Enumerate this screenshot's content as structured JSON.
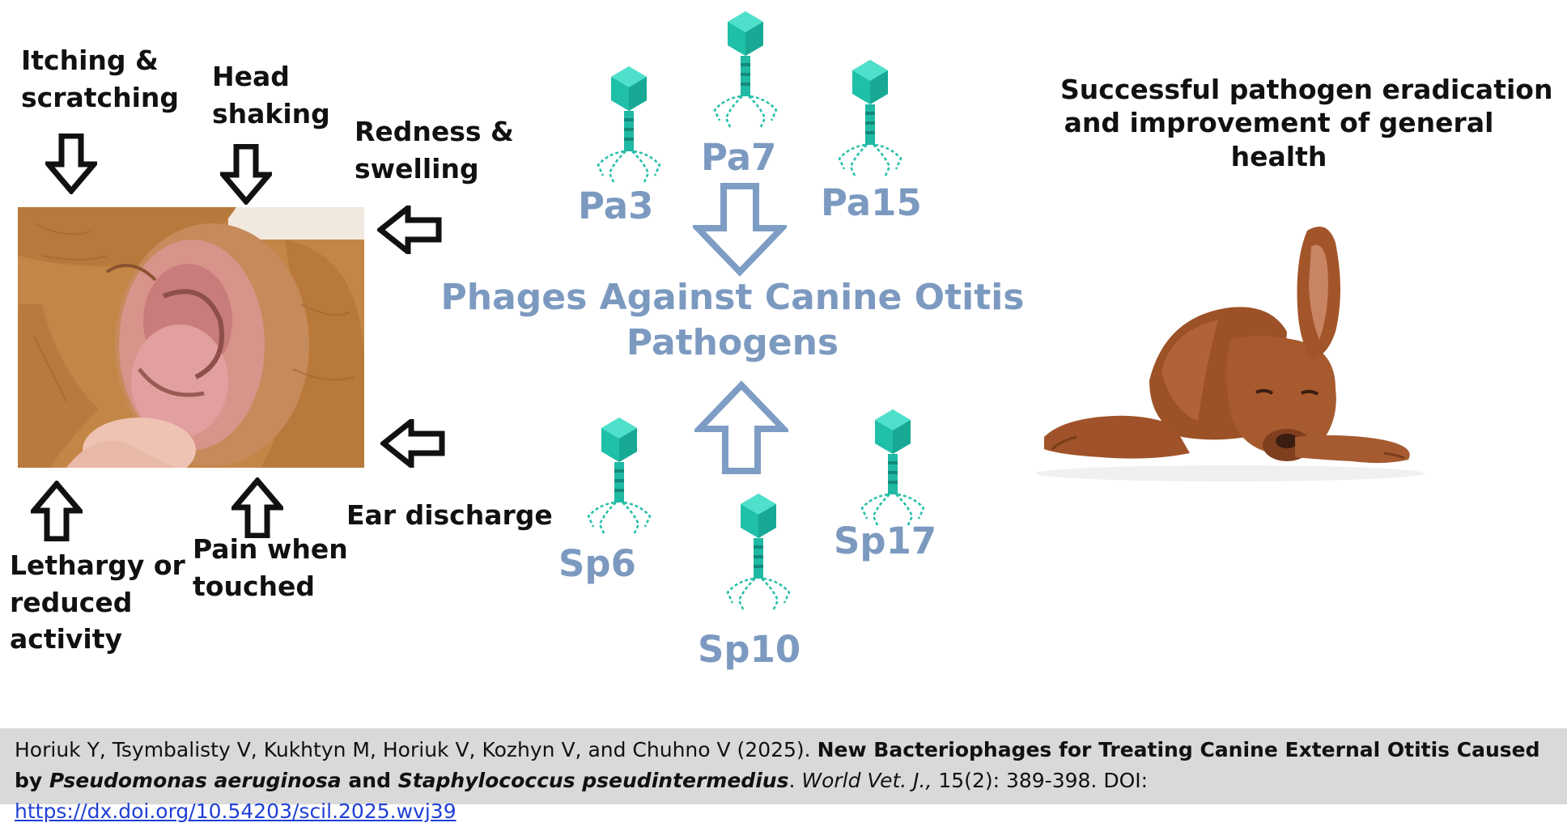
{
  "symptoms": {
    "itching": "Itching &\nscratching",
    "head_shaking": "Head\nshaking",
    "redness": "Redness &\nswelling",
    "ear_discharge": "Ear discharge",
    "lethargy": "Lethargy or\nreduced\nactivity",
    "pain": "Pain when\ntouched"
  },
  "phages": {
    "pa3": "Pa3",
    "pa7": "Pa7",
    "pa15": "Pa15",
    "sp6": "Sp6",
    "sp10": "Sp10",
    "sp17": "Sp17"
  },
  "center_title": "Phages Against Canine Otitis\nPathogens",
  "result": "Successful pathogen eradication\nand improvement of general\nhealth",
  "citation": {
    "authors": "Horiuk Y, Tsymbalisty V, Kukhtyn M, Horiuk V, Kozhyn V, and Chuhno V (2025).",
    "title_part1": "New Bacteriophages for Treating Canine External Otitis Caused by",
    "species1": "Pseudomonas aeruginosa",
    "and_word": "and",
    "species2": "Staphylococcus pseudintermedius",
    "journal": "World Vet. J.,",
    "volume_pages": "15(2): 389-398. DOI:",
    "doi_link": "https://dx.doi.org/10.54203/scil.2025.wvj39"
  },
  "colors": {
    "phage_label": "#7c9ac0",
    "phage_head": "#1fbfa8",
    "arrow_outline_center": "#7d9dc4",
    "citation_bg": "#d9d9d9",
    "link": "#1f3fd6"
  },
  "icons": {
    "phage": "bacteriophage-icon",
    "arrow": "hollow-arrow-icon",
    "photo": "dog-ear-photo",
    "dog": "dog-illustration"
  }
}
